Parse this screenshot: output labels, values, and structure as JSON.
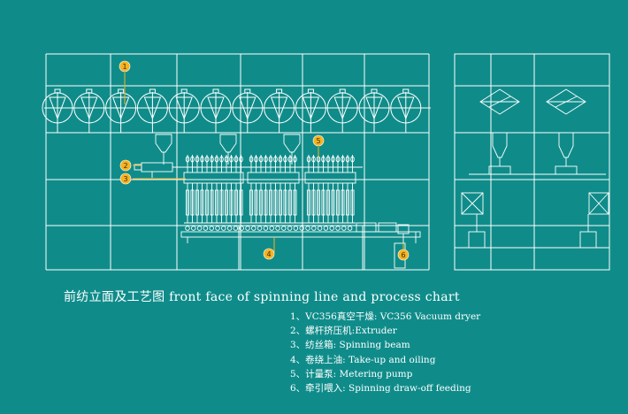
{
  "caption": "前纺立面及工艺图  front face of spinning line and process chart",
  "markers": [
    "1",
    "2",
    "3",
    "4",
    "5",
    "6"
  ],
  "legend": [
    "1、VC356真空干燥: VC356 Vacuum dryer",
    "2、螺杆挤压机:Extruder",
    "3、纺丝箱: Spinning beam",
    "4、卷绕上油: Take-up and oiling",
    "5、计量泵: Metering pump",
    "6、牵引喂入: Spinning draw-off feeding"
  ],
  "colors": {
    "background": "#0f8c8a",
    "line": "#ffffff",
    "marker": "#f5b323"
  }
}
